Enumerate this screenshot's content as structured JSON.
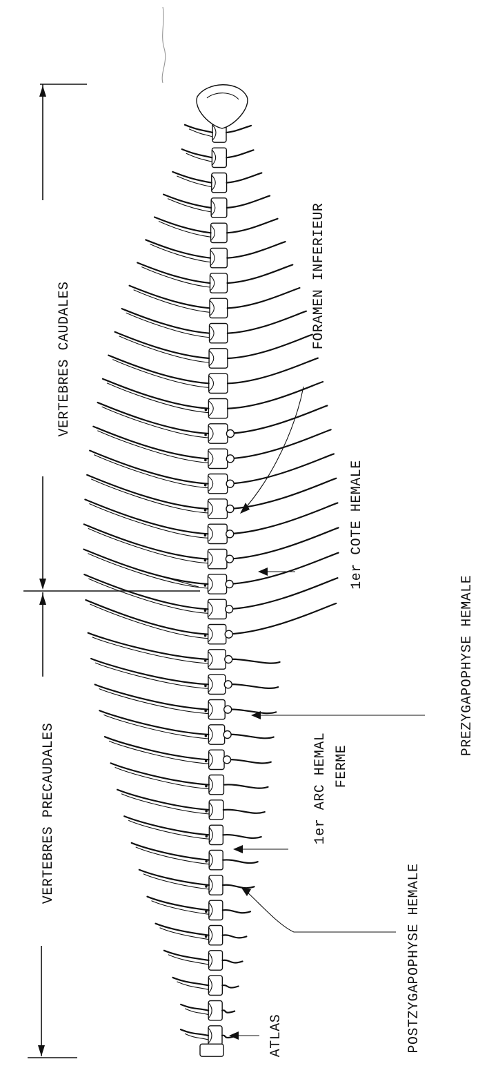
{
  "labels": {
    "vertebres_caudales": "VERTEBRES CAUDALES",
    "vertebres_precaudales": "VERTEBRES PRECAUDALES",
    "foramen_inferieur": "FORAMEN INFERIEUR",
    "premiere_cote_hemale": "1er COTE HEMALE",
    "prezygapophyse_hemale": "PREZYGAPOPHYSE HEMALE",
    "premier_arc_hemal_line1": "1er ARC HEMAL",
    "premier_arc_hemal_line2": "FERME",
    "postzygapophyse_hemale": "POSTZYGAPOPHYSE HEMALE",
    "atlas": "ATLAS"
  },
  "colors": {
    "ink": "#111111",
    "paper": "#ffffff"
  },
  "counts": {
    "caudal_vertebrae": 21,
    "precaudal_vertebrae": 16
  }
}
